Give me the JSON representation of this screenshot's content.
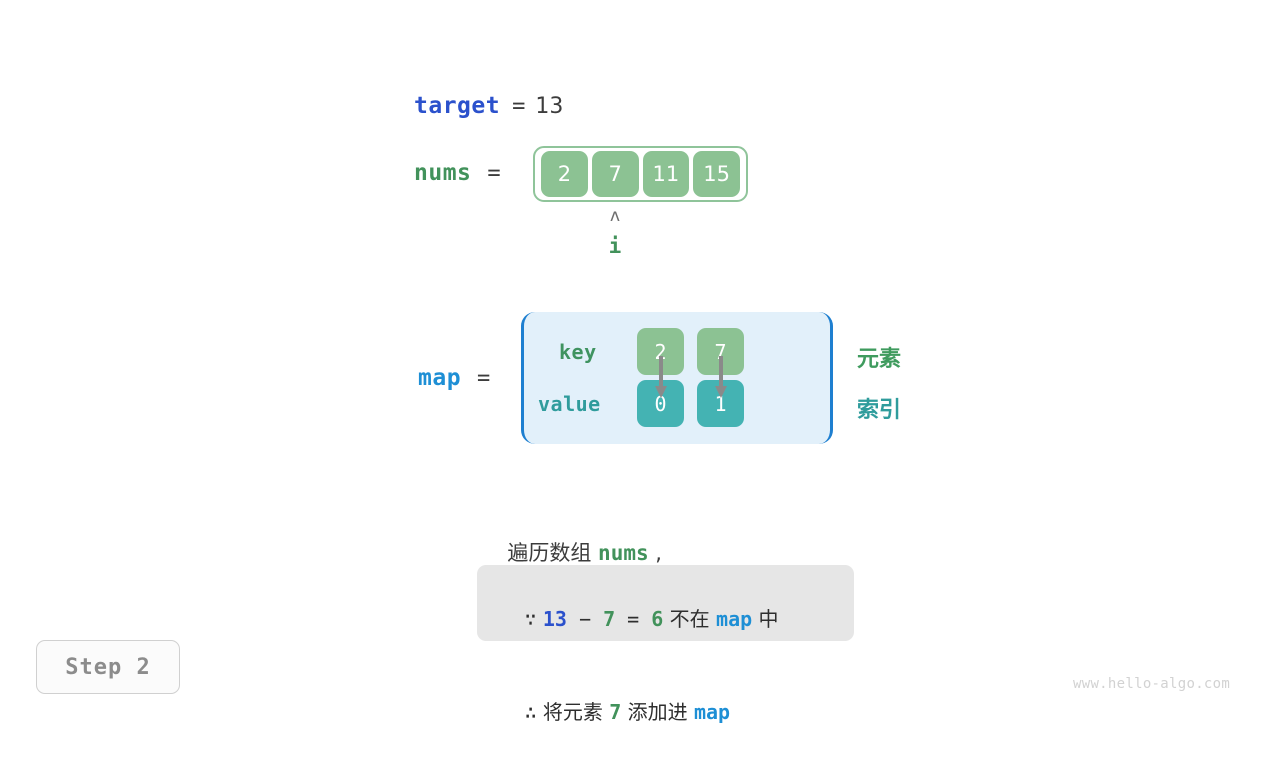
{
  "target": {
    "name": "target",
    "equals": "=",
    "value": "13"
  },
  "nums": {
    "name": "nums",
    "equals": "=",
    "cells": [
      "2",
      "7",
      "11",
      "15"
    ],
    "pointer": {
      "caret": "ʌ",
      "label": "i",
      "index": 1
    }
  },
  "map": {
    "name": "map",
    "equals": "=",
    "key_label": "key",
    "value_label": "value",
    "keys": [
      "2",
      "7"
    ],
    "values": [
      "0",
      "1"
    ],
    "side_labels": {
      "element": "元素",
      "index": "索引"
    }
  },
  "caption": {
    "prefix": "遍历数组 ",
    "var": "nums",
    "suffix": " ,"
  },
  "note": {
    "line1": {
      "because": "∵",
      "a": "13",
      "minus": "−",
      "b": "7",
      "eq": "=",
      "result": "6",
      "text": "不在",
      "map": "map",
      "tail": "中"
    },
    "line2": {
      "therefore": "∴",
      "text1": "将元素",
      "value": "7",
      "text2": "添加进",
      "map": "map"
    }
  },
  "step": {
    "label": "Step 2"
  },
  "watermark": {
    "text": "www.hello-algo.com"
  },
  "colors": {
    "target_blue": "#2B51CC",
    "map_blue": "#1E8FD5",
    "green": "#42925B",
    "cell_green": "#8CC293",
    "cell_teal": "#44B3B3",
    "map_bg": "#E2F0FA",
    "map_border": "#1E7FD0",
    "note_bg": "#E6E6E6"
  }
}
